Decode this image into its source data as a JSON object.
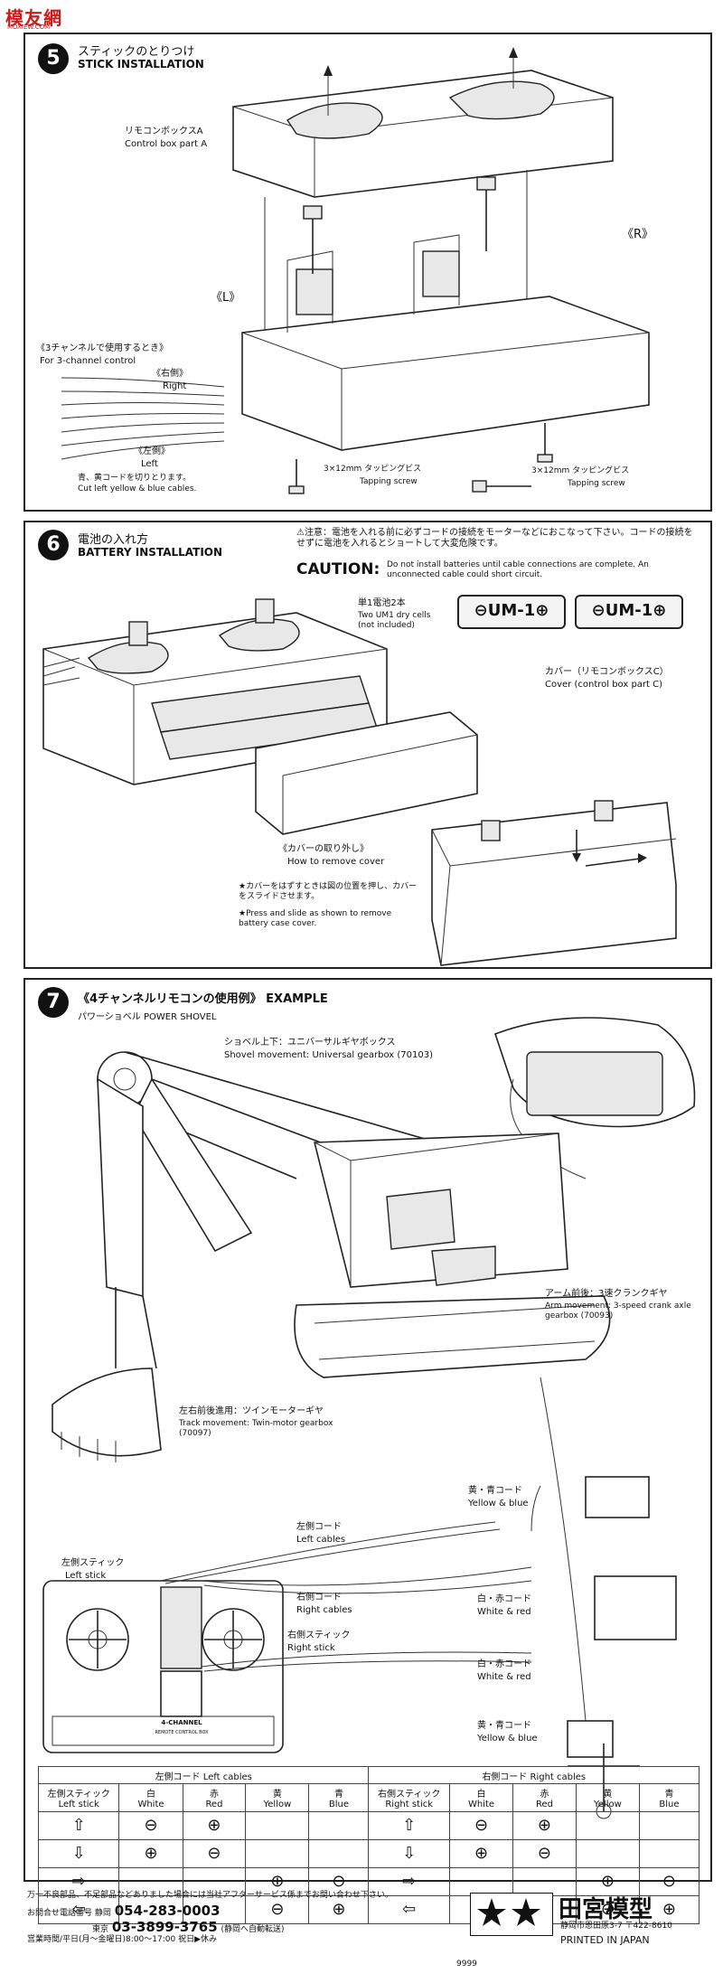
{
  "watermark": {
    "brand": "模友網",
    "sub": "MOXIEW.COM"
  },
  "step5": {
    "number": "5",
    "title_jp": "スティックのとりつけ",
    "title_en": "STICK INSTALLATION",
    "label_box_a_jp": "リモコンボックスA",
    "label_box_a_en": "Control box part A",
    "label_r": "《R》",
    "label_l": "《L》",
    "three_ch_jp": "《3チャンネルで使用するとき》",
    "three_ch_en": "For 3-channel control",
    "right_jp": "《右側》",
    "right_en": "Right",
    "left_jp": "《左側》",
    "left_en": "Left",
    "cut_jp": "青、黄コードを切りとります。",
    "cut_en": "Cut left yellow & blue cables.",
    "screw1_jp": "3×12mm タッピングビス",
    "screw1_en": "Tapping screw",
    "screw2_jp": "3×12mm タッピングビス",
    "screw2_en": "Tapping screw"
  },
  "step6": {
    "number": "6",
    "title_jp": "電池の入れ方",
    "title_en": "BATTERY INSTALLATION",
    "caution_jp": "⚠注意：電池を入れる前に必ずコードの接続をモーターなどにおこなって下さい。コードの接続をせずに電池を入れるとショートして大変危険です。",
    "caution_label": "CAUTION:",
    "caution_en": "Do not install batteries until cable connections are complete. An unconnected cable could short circuit.",
    "cells_jp": "単1電池2本",
    "cells_en": "Two UM1 dry cells (not included)",
    "battery1": "⊖UM-1⊕",
    "battery2": "⊖UM-1⊕",
    "cover_jp": "カバー（リモコンボックスC）",
    "cover_en": "Cover (control box part C)",
    "remove_jp": "《カバーの取り外し》",
    "remove_en": "How to remove cover",
    "note_jp": "★カバーをはずすときは図の位置を押し、カバーをスライドさせます。",
    "note_en": "★Press and slide as shown to remove battery case cover."
  },
  "step7": {
    "number": "7",
    "title": "《4チャンネルリモコンの使用例》 EXAMPLE",
    "subtitle": "パワーショベル POWER SHOVEL",
    "shovel_jp": "ショベル上下：ユニバーサルギヤボックス",
    "shovel_en": "Shovel movement: Universal gearbox (70103)",
    "arm_jp": "アーム前後：3速クランクギヤ",
    "arm_en": "Arm movement: 3-speed crank axle gearbox (70093)",
    "track_jp": "左右前後進用：ツインモーターギヤ",
    "track_en": "Track movement: Twin-motor gearbox (70097)",
    "left_cables_jp": "左側コード",
    "left_cables_en": "Left cables",
    "left_stick_jp": "左側スティック",
    "left_stick_en": "Left stick",
    "right_cables_jp": "右側コード",
    "right_cables_en": "Right cables",
    "right_stick_jp": "右側スティック",
    "right_stick_en": "Right stick",
    "yb1_jp": "黄・青コード",
    "yb1_en": "Yellow & blue",
    "wr1_jp": "白・赤コード",
    "wr1_en": "White & red",
    "wr2_jp": "白・赤コード",
    "wr2_en": "White & red",
    "yb2_jp": "黄・青コード",
    "yb2_en": "Yellow & blue",
    "box_label": "4-CHANNEL",
    "box_sub": "REMOTE CONTROL BOX"
  },
  "table": {
    "left_title": "左側コード Left cables",
    "right_title": "右側コード Right cables",
    "left_stick": "左側スティック Left stick",
    "right_stick": "右側スティック Right stick",
    "cols": [
      {
        "jp": "白",
        "en": "White"
      },
      {
        "jp": "赤",
        "en": "Red"
      },
      {
        "jp": "黄",
        "en": "Yellow"
      },
      {
        "jp": "青",
        "en": "Blue"
      }
    ],
    "rows": [
      {
        "arrow": "⇧",
        "left": [
          "⊖",
          "⊕",
          "",
          ""
        ],
        "right": [
          "⊖",
          "⊕",
          "",
          ""
        ]
      },
      {
        "arrow": "⇩",
        "left": [
          "⊕",
          "⊖",
          "",
          ""
        ],
        "right": [
          "⊕",
          "⊖",
          "",
          ""
        ]
      },
      {
        "arrow": "⇨",
        "left": [
          "",
          "",
          "⊕",
          "⊖"
        ],
        "right": [
          "",
          "",
          "⊕",
          "⊖"
        ]
      },
      {
        "arrow": "⇦",
        "left": [
          "",
          "",
          "⊖",
          "⊕"
        ],
        "right": [
          "",
          "",
          "⊖",
          "⊕"
        ]
      }
    ]
  },
  "footer": {
    "line1": "万一不良部品、不足部品などありました場合には当社アフターサービス係までお問い合わせ下さい。",
    "line2_label": "お問合せ電話番号 静岡",
    "phone1": "054-283-0003",
    "line3_label": "東京",
    "phone2": "03-3899-3765",
    "line3_note": "(静岡へ自動転送)",
    "line4": "営業時間/平日(月～金曜日)8:00～17:00 祝日▶休み",
    "brand": "田宮模型",
    "address": "静岡市恩田原3-7 〒422-8610",
    "printed": "PRINTED IN JAPAN",
    "code": "9999"
  }
}
